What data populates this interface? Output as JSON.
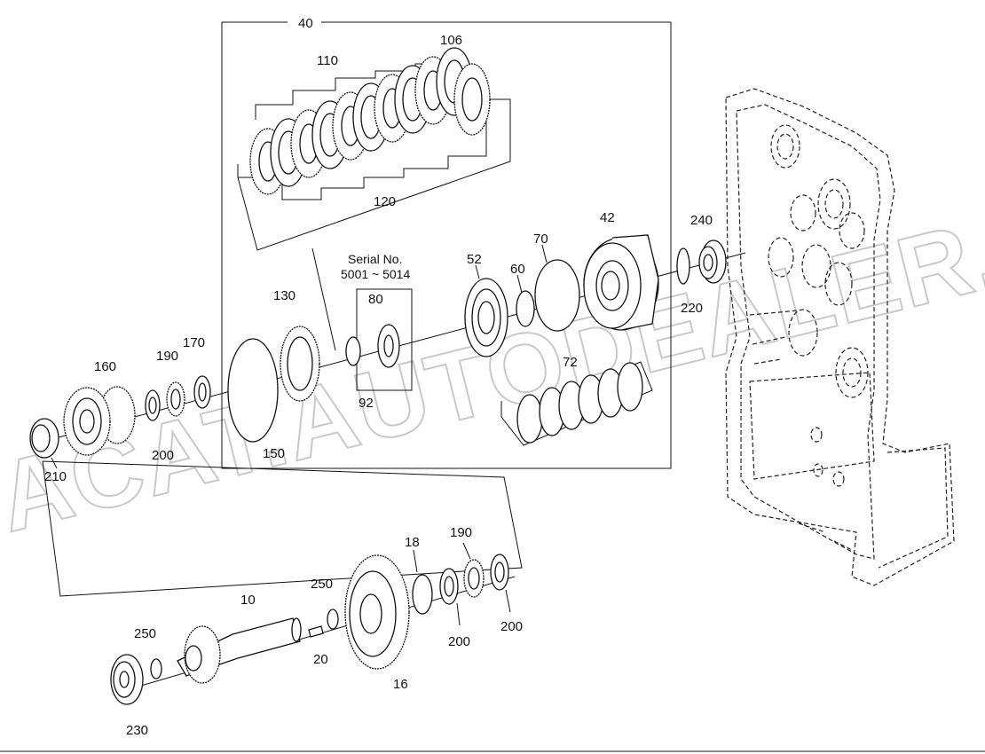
{
  "diagram": {
    "watermark": "ACAT.AUTODEALER.RU",
    "serial_note": {
      "line1": "Serial No.",
      "line2": "5001 ~ 5014"
    },
    "callouts": {
      "c40": "40",
      "c106": "106",
      "c110": "110",
      "c120": "120",
      "c42": "42",
      "c240": "240",
      "c70": "70",
      "c52": "52",
      "c60": "60",
      "c220": "220",
      "c80": "80",
      "c130": "130",
      "c92": "92",
      "c72": "72",
      "c170": "170",
      "c190a": "190",
      "c160": "160",
      "c200a": "200",
      "c150": "150",
      "c210": "210",
      "c18": "18",
      "c190b": "190",
      "c250a": "250",
      "c10": "10",
      "c250b": "250",
      "c20": "20",
      "c200b": "200",
      "c200c": "200",
      "c16": "16",
      "c230": "230"
    }
  }
}
